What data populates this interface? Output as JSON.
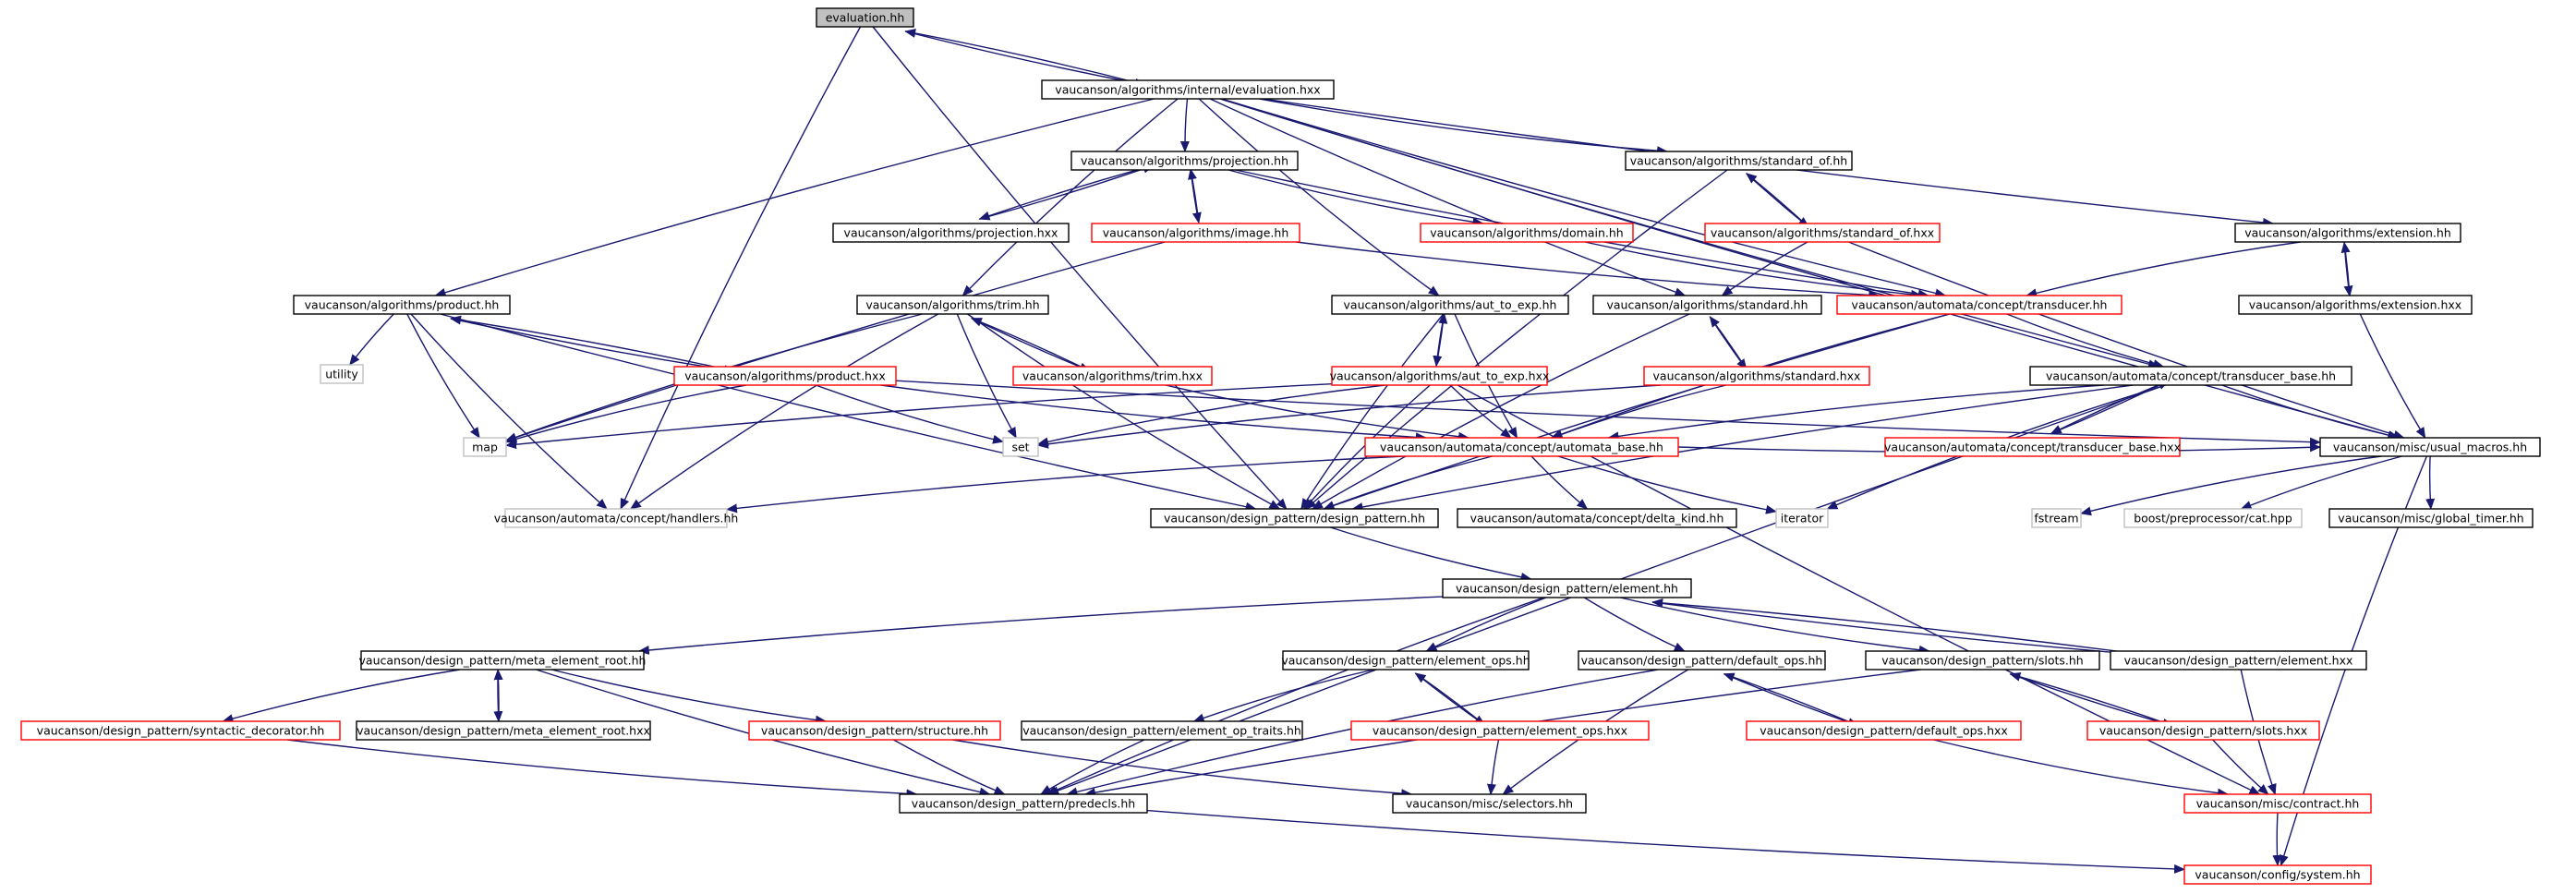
{
  "colors": {
    "edge": "#191970",
    "node_border": "#000000",
    "missing_border": "#ff0000",
    "external_border": "#c0c0c0",
    "root_fill": "#c0c0c0",
    "background": "#ffffff"
  },
  "nodes": [
    {
      "id": "n_eval",
      "label": "evaluation.hh",
      "style": "root"
    },
    {
      "id": "n_int_eval",
      "label": "vaucanson/algorithms/internal/evaluation.hxx",
      "style": "normal"
    },
    {
      "id": "n_proj",
      "label": "vaucanson/algorithms/projection.hh",
      "style": "normal"
    },
    {
      "id": "n_std_of",
      "label": "vaucanson/algorithms/standard_of.hh",
      "style": "normal"
    },
    {
      "id": "n_proj_hxx",
      "label": "vaucanson/algorithms/projection.hxx",
      "style": "normal"
    },
    {
      "id": "n_image",
      "label": "vaucanson/algorithms/image.hh",
      "style": "missing"
    },
    {
      "id": "n_domain",
      "label": "vaucanson/algorithms/domain.hh",
      "style": "missing"
    },
    {
      "id": "n_std_of_hxx",
      "label": "vaucanson/algorithms/standard_of.hxx",
      "style": "missing"
    },
    {
      "id": "n_ext",
      "label": "vaucanson/algorithms/extension.hh",
      "style": "normal"
    },
    {
      "id": "n_product",
      "label": "vaucanson/algorithms/product.hh",
      "style": "normal"
    },
    {
      "id": "n_trim",
      "label": "vaucanson/algorithms/trim.hh",
      "style": "normal"
    },
    {
      "id": "n_aut_exp",
      "label": "vaucanson/algorithms/aut_to_exp.hh",
      "style": "normal"
    },
    {
      "id": "n_standard",
      "label": "vaucanson/algorithms/standard.hh",
      "style": "normal"
    },
    {
      "id": "n_transducer",
      "label": "vaucanson/automata/concept/transducer.hh",
      "style": "missing"
    },
    {
      "id": "n_ext_hxx",
      "label": "vaucanson/algorithms/extension.hxx",
      "style": "normal"
    },
    {
      "id": "n_utility",
      "label": "utility",
      "style": "external"
    },
    {
      "id": "n_product_hxx",
      "label": "vaucanson/algorithms/product.hxx",
      "style": "missing"
    },
    {
      "id": "n_trim_hxx",
      "label": "vaucanson/algorithms/trim.hxx",
      "style": "missing"
    },
    {
      "id": "n_aut_exp_hxx",
      "label": "vaucanson/algorithms/aut_to_exp.hxx",
      "style": "missing"
    },
    {
      "id": "n_standard_hxx",
      "label": "vaucanson/algorithms/standard.hxx",
      "style": "missing"
    },
    {
      "id": "n_tbase",
      "label": "vaucanson/automata/concept/transducer_base.hh",
      "style": "normal"
    },
    {
      "id": "n_map",
      "label": "map",
      "style": "external"
    },
    {
      "id": "n_set",
      "label": "set",
      "style": "external"
    },
    {
      "id": "n_abase",
      "label": "vaucanson/automata/concept/automata_base.hh",
      "style": "missing"
    },
    {
      "id": "n_tbase_hxx",
      "label": "vaucanson/automata/concept/transducer_base.hxx",
      "style": "missing"
    },
    {
      "id": "n_usual",
      "label": "vaucanson/misc/usual_macros.hh",
      "style": "normal"
    },
    {
      "id": "n_handlers",
      "label": "vaucanson/automata/concept/handlers.hh",
      "style": "external"
    },
    {
      "id": "n_dp",
      "label": "vaucanson/design_pattern/design_pattern.hh",
      "style": "normal"
    },
    {
      "id": "n_delta",
      "label": "vaucanson/automata/concept/delta_kind.hh",
      "style": "normal"
    },
    {
      "id": "n_iterator",
      "label": "iterator",
      "style": "external"
    },
    {
      "id": "n_fstream",
      "label": "fstream",
      "style": "external"
    },
    {
      "id": "n_cat",
      "label": "boost/preprocessor/cat.hpp",
      "style": "external"
    },
    {
      "id": "n_timer",
      "label": "vaucanson/misc/global_timer.hh",
      "style": "normal"
    },
    {
      "id": "n_element",
      "label": "vaucanson/design_pattern/element.hh",
      "style": "normal"
    },
    {
      "id": "n_mer",
      "label": "vaucanson/design_pattern/meta_element_root.hh",
      "style": "normal"
    },
    {
      "id": "n_eops",
      "label": "vaucanson/design_pattern/element_ops.hh",
      "style": "normal"
    },
    {
      "id": "n_dops",
      "label": "vaucanson/design_pattern/default_ops.hh",
      "style": "normal"
    },
    {
      "id": "n_slots",
      "label": "vaucanson/design_pattern/slots.hh",
      "style": "normal"
    },
    {
      "id": "n_element_hxx",
      "label": "vaucanson/design_pattern/element.hxx",
      "style": "normal"
    },
    {
      "id": "n_syntactic",
      "label": "vaucanson/design_pattern/syntactic_decorator.hh",
      "style": "missing"
    },
    {
      "id": "n_mer_hxx",
      "label": "vaucanson/design_pattern/meta_element_root.hxx",
      "style": "normal"
    },
    {
      "id": "n_structure",
      "label": "vaucanson/design_pattern/structure.hh",
      "style": "missing"
    },
    {
      "id": "n_eop_traits",
      "label": "vaucanson/design_pattern/element_op_traits.hh",
      "style": "normal"
    },
    {
      "id": "n_eops_hxx",
      "label": "vaucanson/design_pattern/element_ops.hxx",
      "style": "missing"
    },
    {
      "id": "n_dops_hxx",
      "label": "vaucanson/design_pattern/default_ops.hxx",
      "style": "missing"
    },
    {
      "id": "n_slots_hxx",
      "label": "vaucanson/design_pattern/slots.hxx",
      "style": "missing"
    },
    {
      "id": "n_predecls",
      "label": "vaucanson/design_pattern/predecls.hh",
      "style": "normal"
    },
    {
      "id": "n_selectors",
      "label": "vaucanson/misc/selectors.hh",
      "style": "normal"
    },
    {
      "id": "n_contract",
      "label": "vaucanson/misc/contract.hh",
      "style": "missing"
    },
    {
      "id": "n_system",
      "label": "vaucanson/config/system.hh",
      "style": "missing"
    }
  ]
}
